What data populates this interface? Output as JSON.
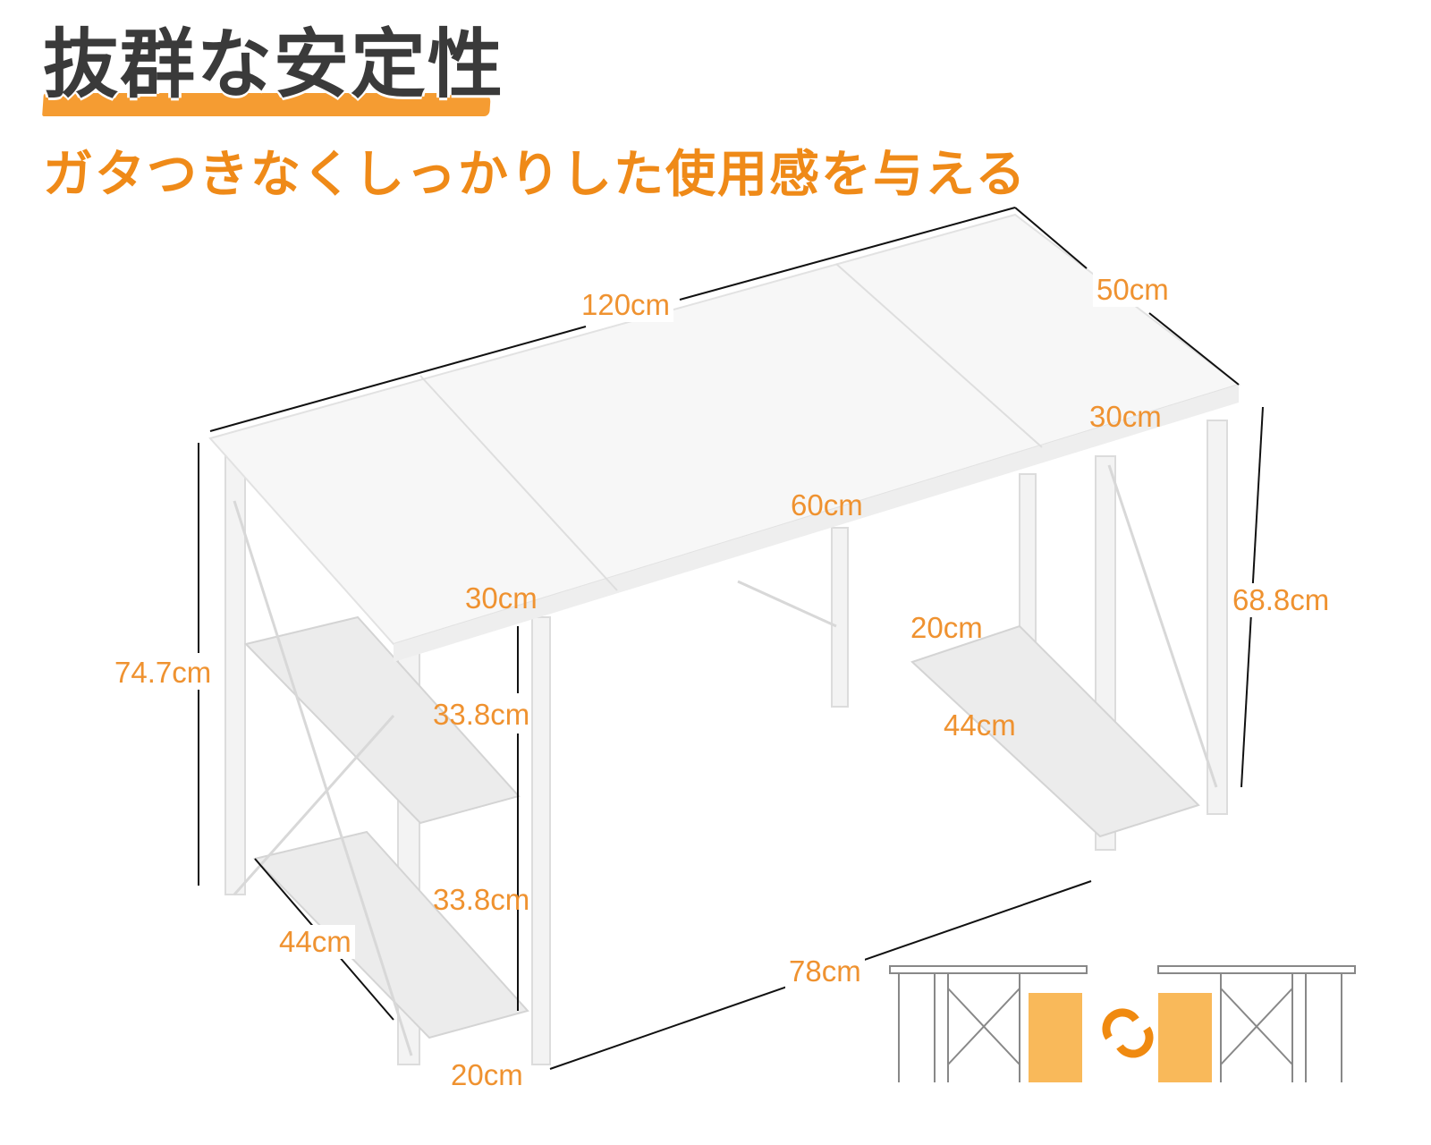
{
  "header": {
    "title": "抜群な安定性",
    "subtitle": "ガタつきなくしっかりした使用感を与える"
  },
  "colors": {
    "accent": "#ef8a18",
    "title": "#3a3a3a",
    "dimension_label": "#ef9230",
    "highlight_panel": "#f9b95a"
  },
  "dimensions": {
    "width_total": "120cm",
    "depth_total": "50cm",
    "depth_right_section": "30cm",
    "middle_width": "60cm",
    "left_section_width": "30cm",
    "height_left": "74.7cm",
    "height_right": "68.8cm",
    "shelf_spacing_upper": "33.8cm",
    "shelf_spacing_lower": "33.8cm",
    "right_shelf_depth": "20cm",
    "right_shelf_width": "44cm",
    "left_shelf_width": "44cm",
    "left_shelf_depth": "20cm",
    "leg_span": "78cm"
  },
  "icons": {
    "swap": "swap-arrows-icon"
  }
}
